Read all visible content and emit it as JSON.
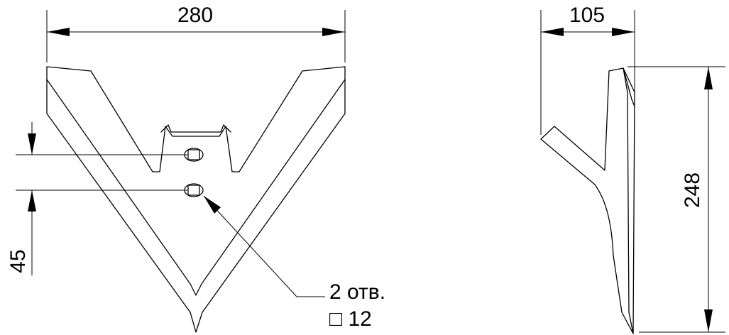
{
  "front_view": {
    "width_dimension": "280",
    "hole_spacing_dimension": "45",
    "hole_note_line1": "2 отв.",
    "hole_note_line2": "□ 12"
  },
  "side_view": {
    "depth_dimension": "105",
    "height_dimension": "248"
  }
}
